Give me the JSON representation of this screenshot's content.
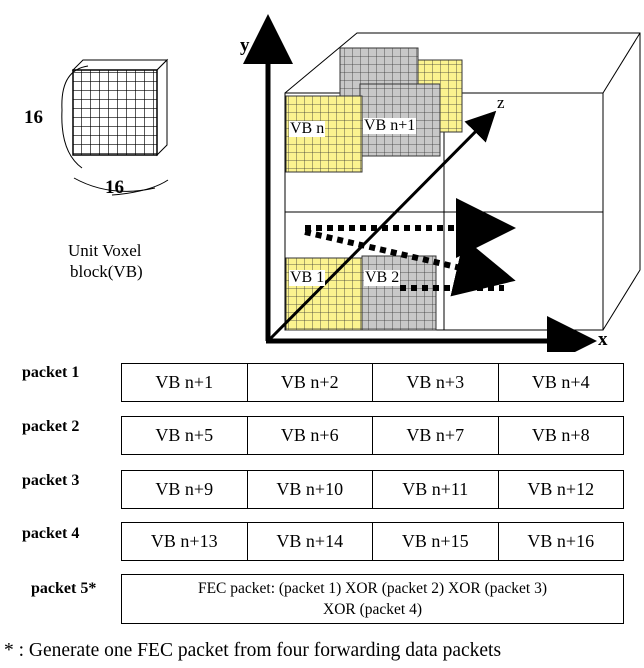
{
  "unit_block": {
    "dim_vertical": "16",
    "dim_horizontal": "16",
    "caption_line1": "Unit Voxel",
    "caption_line2": "block(VB)"
  },
  "axes": {
    "x": "x",
    "y": "y",
    "z": "z"
  },
  "voxel_labels": {
    "vb_n": "VB n",
    "vb_n1": "VB n+1",
    "vb_1": "VB 1",
    "vb_2": "VB 2"
  },
  "colors": {
    "yellow_block": "#fbf38f",
    "gray_block": "#c8c8c8"
  },
  "packets": [
    {
      "label": "packet 1",
      "cells": [
        "VB n+1",
        "VB n+2",
        "VB n+3",
        "VB n+4"
      ]
    },
    {
      "label": "packet 2",
      "cells": [
        "VB n+5",
        "VB n+6",
        "VB n+7",
        "VB n+8"
      ]
    },
    {
      "label": "packet 3",
      "cells": [
        "VB n+9",
        "VB n+10",
        "VB n+11",
        "VB n+12"
      ]
    },
    {
      "label": "packet 4",
      "cells": [
        "VB n+13",
        "VB n+14",
        "VB n+15",
        "VB n+16"
      ]
    }
  ],
  "fec": {
    "label": "packet 5*",
    "line1": "FEC packet: (packet 1) XOR (packet 2) XOR (packet 3)",
    "line2": "XOR (packet 4)"
  },
  "footnote": "* : Generate one FEC packet from four forwarding data packets"
}
